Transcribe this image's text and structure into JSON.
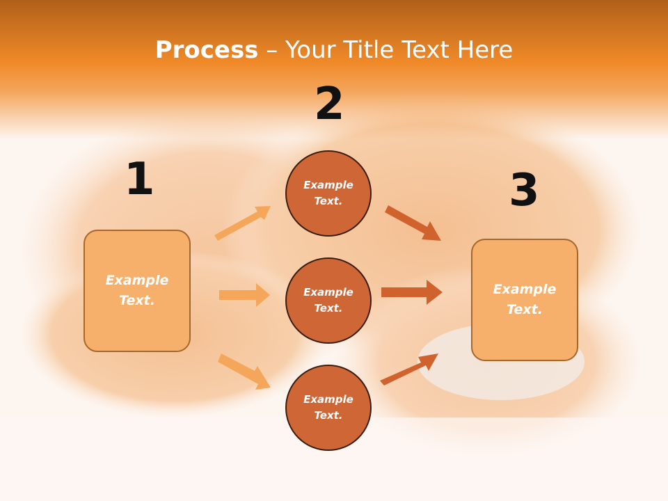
{
  "title": {
    "bold": "Process",
    "rest": " – Your Title Text Here"
  },
  "steps": [
    {
      "number": "1",
      "box_text": "Example Text."
    },
    {
      "number": "2",
      "items": [
        "Example Text.",
        "Example Text.",
        "Example Text."
      ]
    },
    {
      "number": "3",
      "box_text": "Example Text."
    }
  ],
  "colors": {
    "accent": "#f08a28",
    "box": "#f6b06c",
    "circle": "#cf6636",
    "arrow_light": "#f4a75a",
    "arrow_dark": "#d0622e"
  },
  "background": "fried-chicken-photo"
}
